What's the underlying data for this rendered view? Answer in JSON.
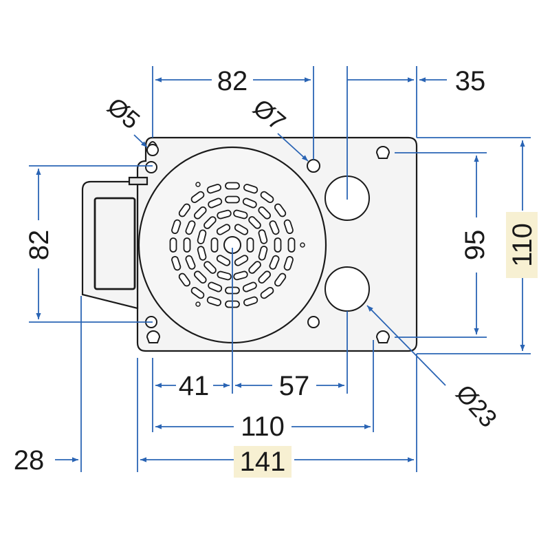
{
  "dimensions": {
    "top_82": "82",
    "top_35": "35",
    "dia_5": "Ø5",
    "dia_7": "Ø7",
    "left_82": "82",
    "right_95": "95",
    "right_110": "110",
    "bottom_41": "41",
    "bottom_57": "57",
    "bottom_110": "110",
    "bottom_28": "28",
    "bottom_141": "141",
    "dia_23": "Ø23"
  },
  "colors": {
    "dimension_line": "#2a64b4",
    "outline": "#1a1a1a",
    "body_fill": "#f4f4f4",
    "highlight": "#f7f0d2"
  }
}
